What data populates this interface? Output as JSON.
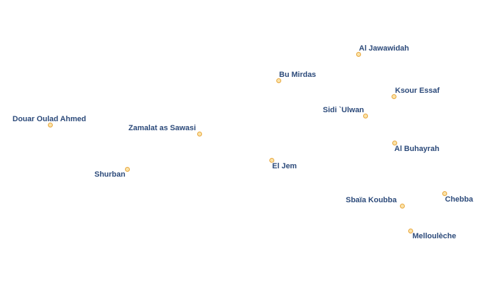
{
  "map": {
    "places": [
      {
        "id": "al-jawawidah",
        "name": "Al Jawawidah"
      },
      {
        "id": "bu-mirdas",
        "name": "Bu Mirdas"
      },
      {
        "id": "ksour-essaf",
        "name": "Ksour Essaf"
      },
      {
        "id": "sidi-ulwan",
        "name": "Sidi `Ulwan"
      },
      {
        "id": "douar-oulad-ahmed",
        "name": "Douar Oulad Ahmed"
      },
      {
        "id": "zamalat-as-sawasi",
        "name": "Zamalat as Sawasi"
      },
      {
        "id": "al-buhayrah",
        "name": "Al Buhayrah"
      },
      {
        "id": "el-jem",
        "name": "El Jem"
      },
      {
        "id": "shurban",
        "name": "Shurban"
      },
      {
        "id": "chebba",
        "name": "Chebba"
      },
      {
        "id": "sbaia-koubba",
        "name": "Sbaïa Koubba"
      },
      {
        "id": "melloul-che",
        "name": "Melloulèche"
      }
    ],
    "dot_fill": "#fbe3a8",
    "dot_stroke": "#e8a53a",
    "label_color": "#2c4a7a",
    "label_halo": "#ffffff"
  }
}
